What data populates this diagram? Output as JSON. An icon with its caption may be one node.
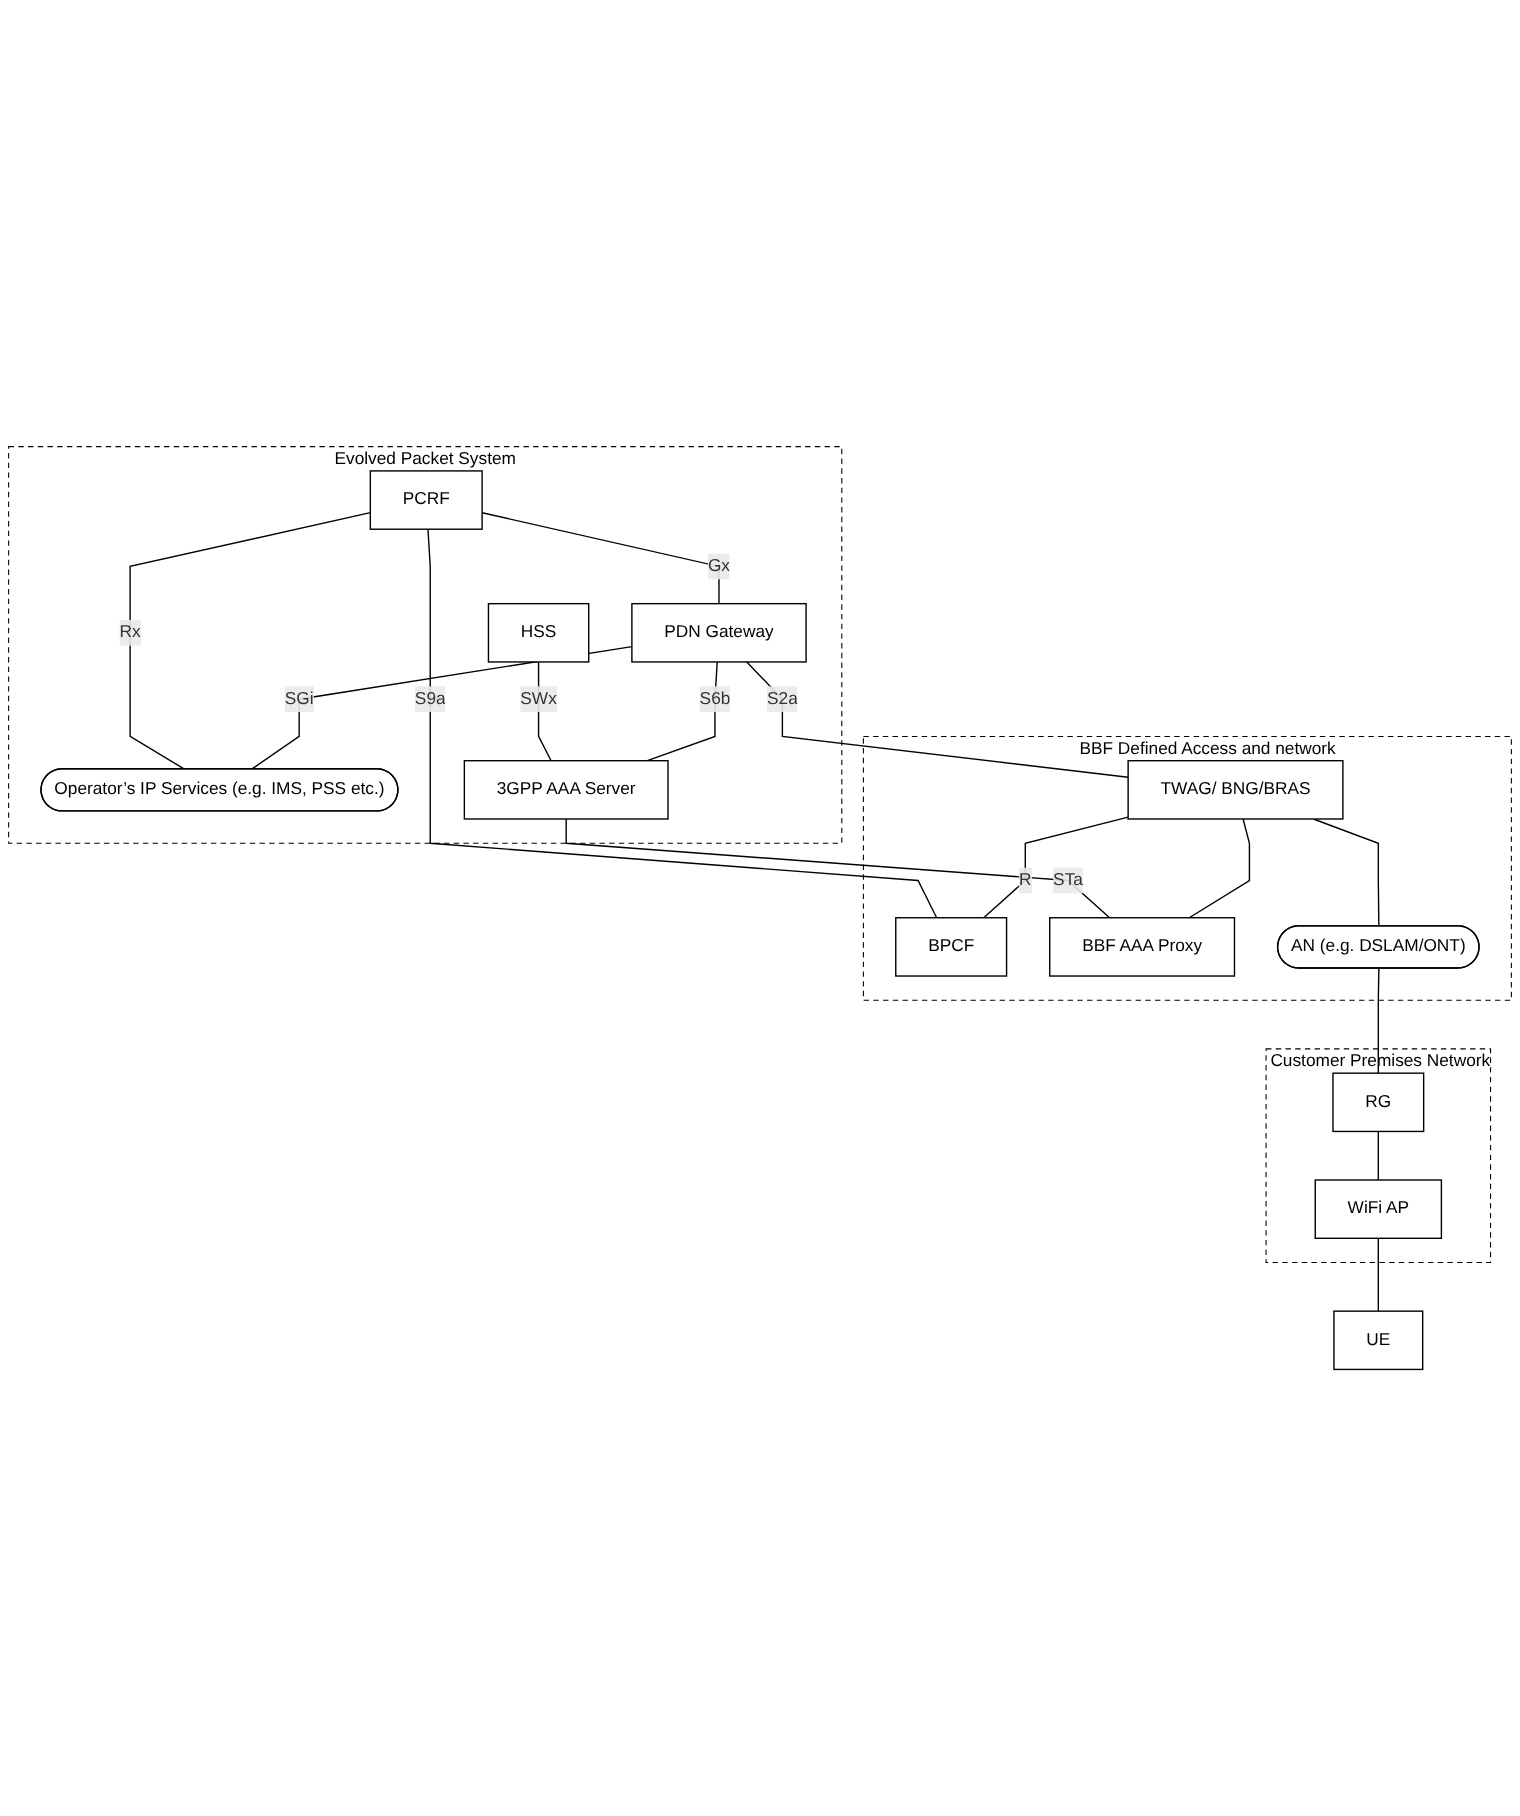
{
  "diagram": {
    "nodes": [
      {
        "text": [
          "Evolved Packet System"
        ]
      },
      {
        "text": [
          "HSS"
        ],
        "in": 0
      },
      {
        "text": [
          "PCRF"
        ],
        "in": 0
      },
      {
        "text": [
          "Operator’s IP Services (e.g. IMS, PSS etc.)"
        ],
        "in": 0
      },
      {
        "text": [
          "PDN Gateway"
        ],
        "in": 0
      },
      {
        "text": [
          "3GPP AAA Server"
        ],
        "in": 0
      },
      {
        "text": [
          "BBF Defined Access and network"
        ]
      },
      {
        "text": [
          "BPCF"
        ],
        "in": 6
      },
      {
        "text": [
          "TWAG/ BNG/BRAS"
        ],
        "in": 6
      },
      {
        "text": [
          "BBF AAA Proxy"
        ],
        "in": 6
      },
      {
        "text": [
          "AN (e.g. DSLAM/ONT)"
        ],
        "in": 6
      },
      {
        "text": [
          "Customer Premises Network"
        ]
      },
      {
        "text": [
          "RG"
        ],
        "in": 11
      },
      {
        "text": [
          "WiFi AP"
        ],
        "in": 11
      },
      {
        "text": [
          "UE"
        ]
      }
    ],
    "edges": [
      {
        "from": 1,
        "to": 5,
        "arrow": "none",
        "label": "SWx"
      },
      {
        "from": 2,
        "to": 3,
        "arrow": "none",
        "label": "Rx"
      },
      {
        "from": 2,
        "to": 4,
        "arrow": "none",
        "label": "Gx"
      },
      {
        "from": 4,
        "to": 3,
        "arrow": "none",
        "label": "SGi"
      },
      {
        "from": 4,
        "to": 5,
        "arrow": "none",
        "label": "S6b"
      },
      {
        "from": 4,
        "to": 8,
        "arrow": "none",
        "label": "S2a"
      },
      {
        "from": 2,
        "to": 7,
        "arrow": "none",
        "label": "S9a"
      },
      {
        "from": 5,
        "to": 9,
        "arrow": "none",
        "label": "STa"
      },
      {
        "from": 8,
        "to": 7,
        "arrow": "none",
        "label": "R"
      },
      {
        "from": 8,
        "to": 9,
        "arrow": "none"
      },
      {
        "from": 8,
        "to": 10,
        "arrow": "none"
      },
      {
        "from": 10,
        "to": 12,
        "arrow": "none"
      },
      {
        "from": 12,
        "to": 13,
        "arrow": "none"
      },
      {
        "from": 13,
        "to": 14,
        "arrow": "none"
      }
    ]
  }
}
